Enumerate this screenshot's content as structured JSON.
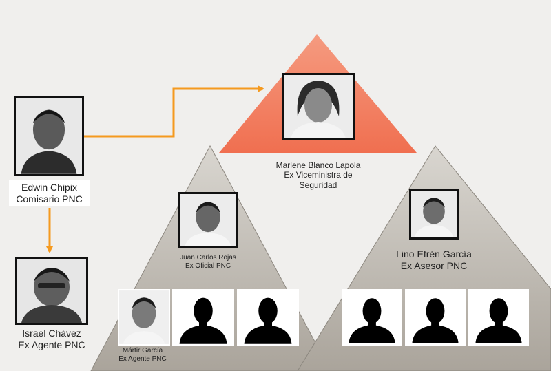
{
  "people": {
    "edwin": {
      "name": "Edwin Chipix",
      "role": "Comisario PNC"
    },
    "israel": {
      "name": "Israel Chávez",
      "role": "Ex Agente PNC"
    },
    "marlene": {
      "name": "Marlene  Blanco Lapola",
      "role_line1": "Ex Viceministra de",
      "role_line2": "Seguridad"
    },
    "juan": {
      "name": "Juan Carlos Rojas",
      "role": "Ex Oficial PNC"
    },
    "lino": {
      "name": "Lino Efrén García",
      "role": "Ex Asesor PNC"
    },
    "martir": {
      "name": "Mártir García",
      "role": "Ex Agente PNC"
    }
  },
  "colors": {
    "background": "#f0efed",
    "top_pyramid": "#f27a5c",
    "lower_pyramid": "#b3aea6",
    "arrow": "#f59a1f"
  },
  "icons": {
    "unknown": "silhouette-icon"
  }
}
